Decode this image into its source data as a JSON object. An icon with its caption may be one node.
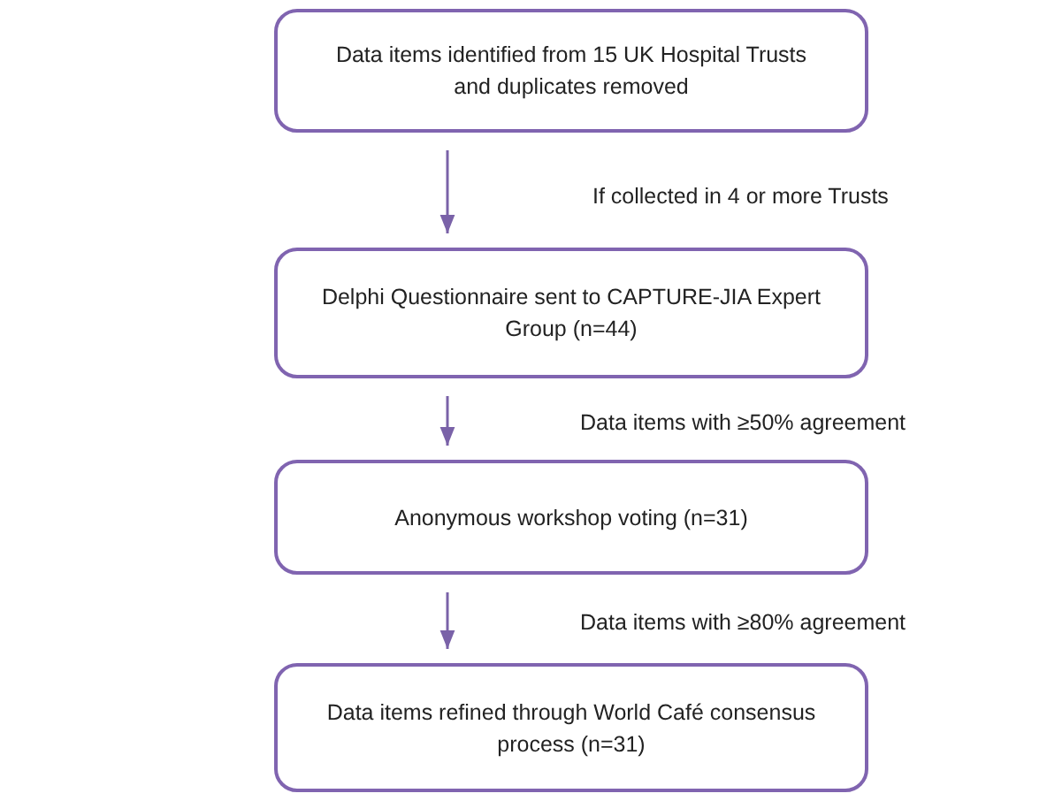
{
  "diagram": {
    "nodes": [
      {
        "text": [
          "Data items identified from 15 UK Hospital Trusts and duplicates removed"
        ]
      },
      {
        "text": [
          "Delphi Questionnaire sent to CAPTURE-JIA Expert Group (n=44)"
        ]
      },
      {
        "text": [
          "Anonymous workshop voting (n=31)"
        ]
      },
      {
        "text": [
          "Data items refined through World Café consensus process (n=31)"
        ]
      }
    ],
    "edges": [
      {
        "from": 0,
        "to": 1,
        "arrow": "to"
      },
      {
        "from": 1,
        "to": 2,
        "arrow": "to"
      },
      {
        "from": 2,
        "to": 3,
        "arrow": "to"
      }
    ],
    "labels": [
      "If collected in 4 or more Trusts",
      "Data items with ≥50% agreement",
      "Data items with ≥80% agreement"
    ]
  }
}
